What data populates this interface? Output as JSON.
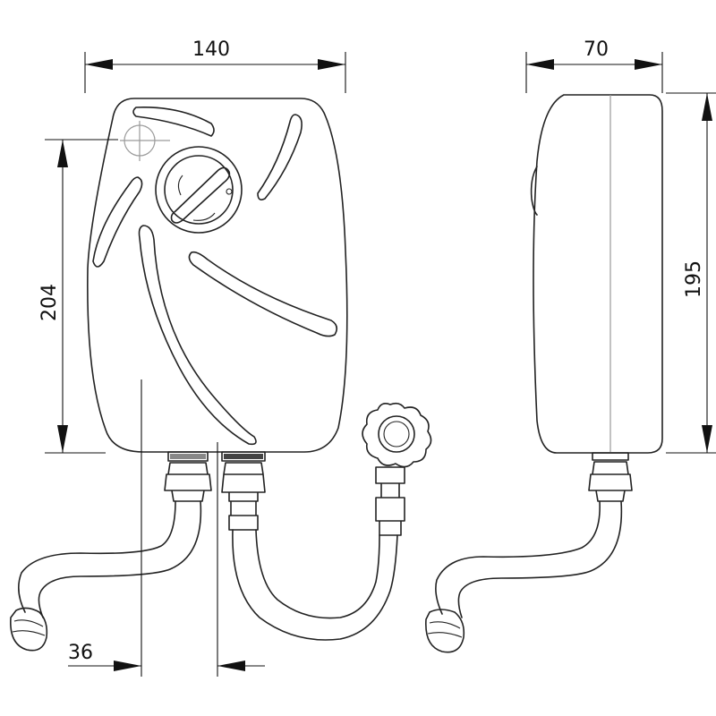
{
  "dimensions": {
    "width_front": "140",
    "width_side": "70",
    "height_front": "204",
    "height_side": "195",
    "offset_bottom": "36"
  },
  "colors": {
    "line": "#222222",
    "centerline": "#9a9a9a",
    "background": "#ffffff"
  }
}
